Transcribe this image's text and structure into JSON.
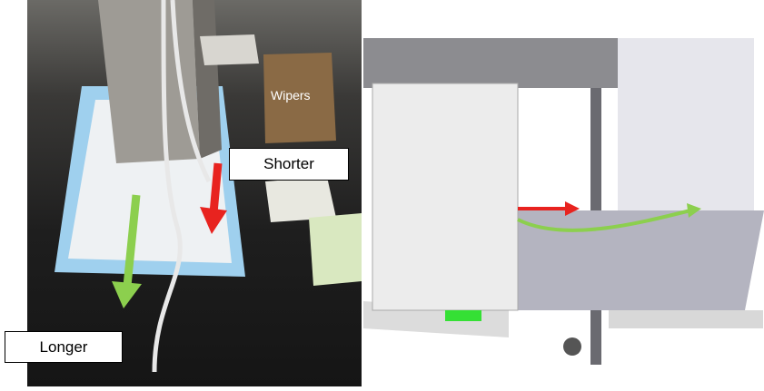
{
  "labels": {
    "shorter": "Shorter",
    "longer": "Longer"
  },
  "box_text": {
    "wipers": "Wipers"
  },
  "colors": {
    "red_arrow": "#e8231f",
    "green_arrow": "#8ccf4e",
    "pad_blue": "#9fd0ee"
  }
}
